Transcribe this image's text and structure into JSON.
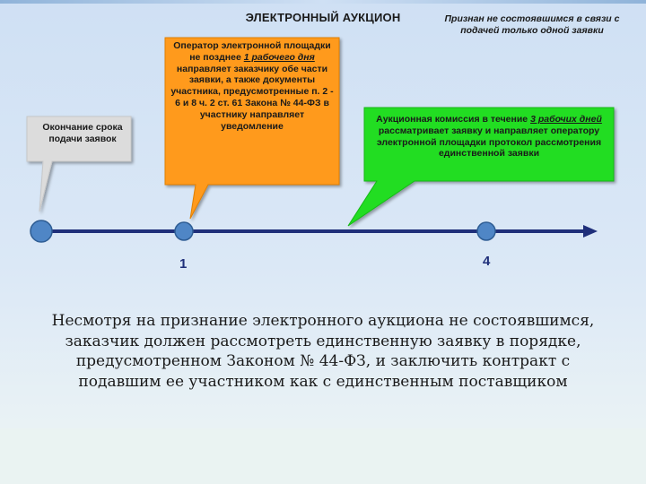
{
  "header": {
    "title": "ЭЛЕКТРОННЫЙ АУКЦИОН",
    "status_note": "Признан не состоявшимся в связи с подачей только одной заявки"
  },
  "callouts": {
    "end_of_submission": "Окончание срока подачи заявок",
    "operator": {
      "line1": "Оператор электронной площадки не позднее",
      "deadline": "1 рабочего дня",
      "line2": "направляет заказчику обе части заявки, а также документы участника, предусмотренные п. 2 - 6 и 8 ч. 2 ст. 61 Закона № 44-ФЗ в участнику направляет уведомление"
    },
    "commission": {
      "line1": "Аукционная комиссия в течение",
      "deadline": "3 рабочих дней",
      "line2": "рассматривает заявку и направляет оператору электронной площадки протокол рассмотрения единственной заявки"
    }
  },
  "timeline": {
    "marker_1": "1",
    "marker_4": "4"
  },
  "summary": "Несмотря на признание электронного аукциона не состоявшимся, заказчик должен рассмотреть единственную заявку в порядке, предусмотренном Законом № 44-ФЗ, и заключить контракт с подавшим ее участником как с единственным поставщиком",
  "colors": {
    "operator_fill": "#ff9a1a",
    "commission_fill": "#22dd22",
    "end_fill": "#dcdcdc",
    "timeline": "#1f2f7a",
    "node": "#4f86c6"
  }
}
